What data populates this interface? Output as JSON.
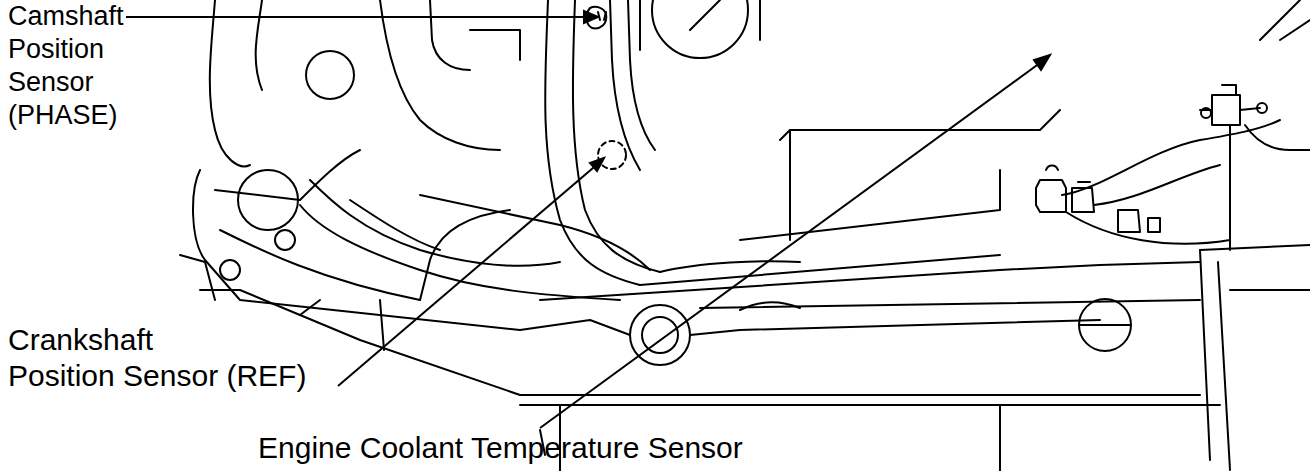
{
  "diagram": {
    "labels": [
      "Camshaft Position Sensor (PHASE)",
      "Crankshaft Position Sensor (REF)",
      "Engine Coolant Temperature Sensor"
    ]
  }
}
